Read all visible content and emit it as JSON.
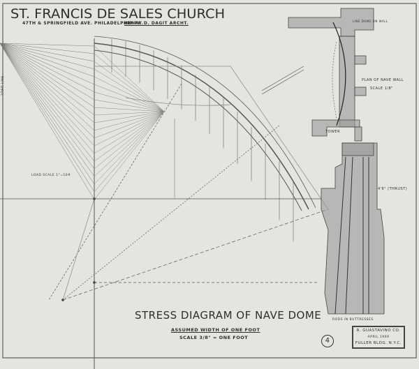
{
  "drawing": {
    "title": "ST. FRANCIS DE SALES CHURCH",
    "address": "47TH & SPRINGFIELD AVE. PHILADELPHIA PA.",
    "architect": "HENRY D. DAGIT ARCHT.",
    "diagram_title": "STRESS DIAGRAM OF NAVE DOME",
    "assumed_width": "ASSUMED WIDTH OF ONE FOOT",
    "scale": "SCALE 3/8\" = ONE FOOT",
    "sheet_number": "4",
    "stamp": {
      "line1": "R. GUASTAVINO CO.",
      "line2": "APRIL 1909",
      "line3": "FULLER BLDG. N.Y.C."
    },
    "plan_label": "PLAN OF NAVE WALL",
    "plan_scale": "SCALE 1/8\"",
    "tower_label": "TOWER",
    "rods_label": "RODS IN BUTTRESSES",
    "dome_note": "LINE DOME ON WALL",
    "load_scale": "LOAD SCALE 1\"=10#",
    "vertical_note": "LOAD LINE",
    "dimension": "4'6\" (THRUST)"
  }
}
